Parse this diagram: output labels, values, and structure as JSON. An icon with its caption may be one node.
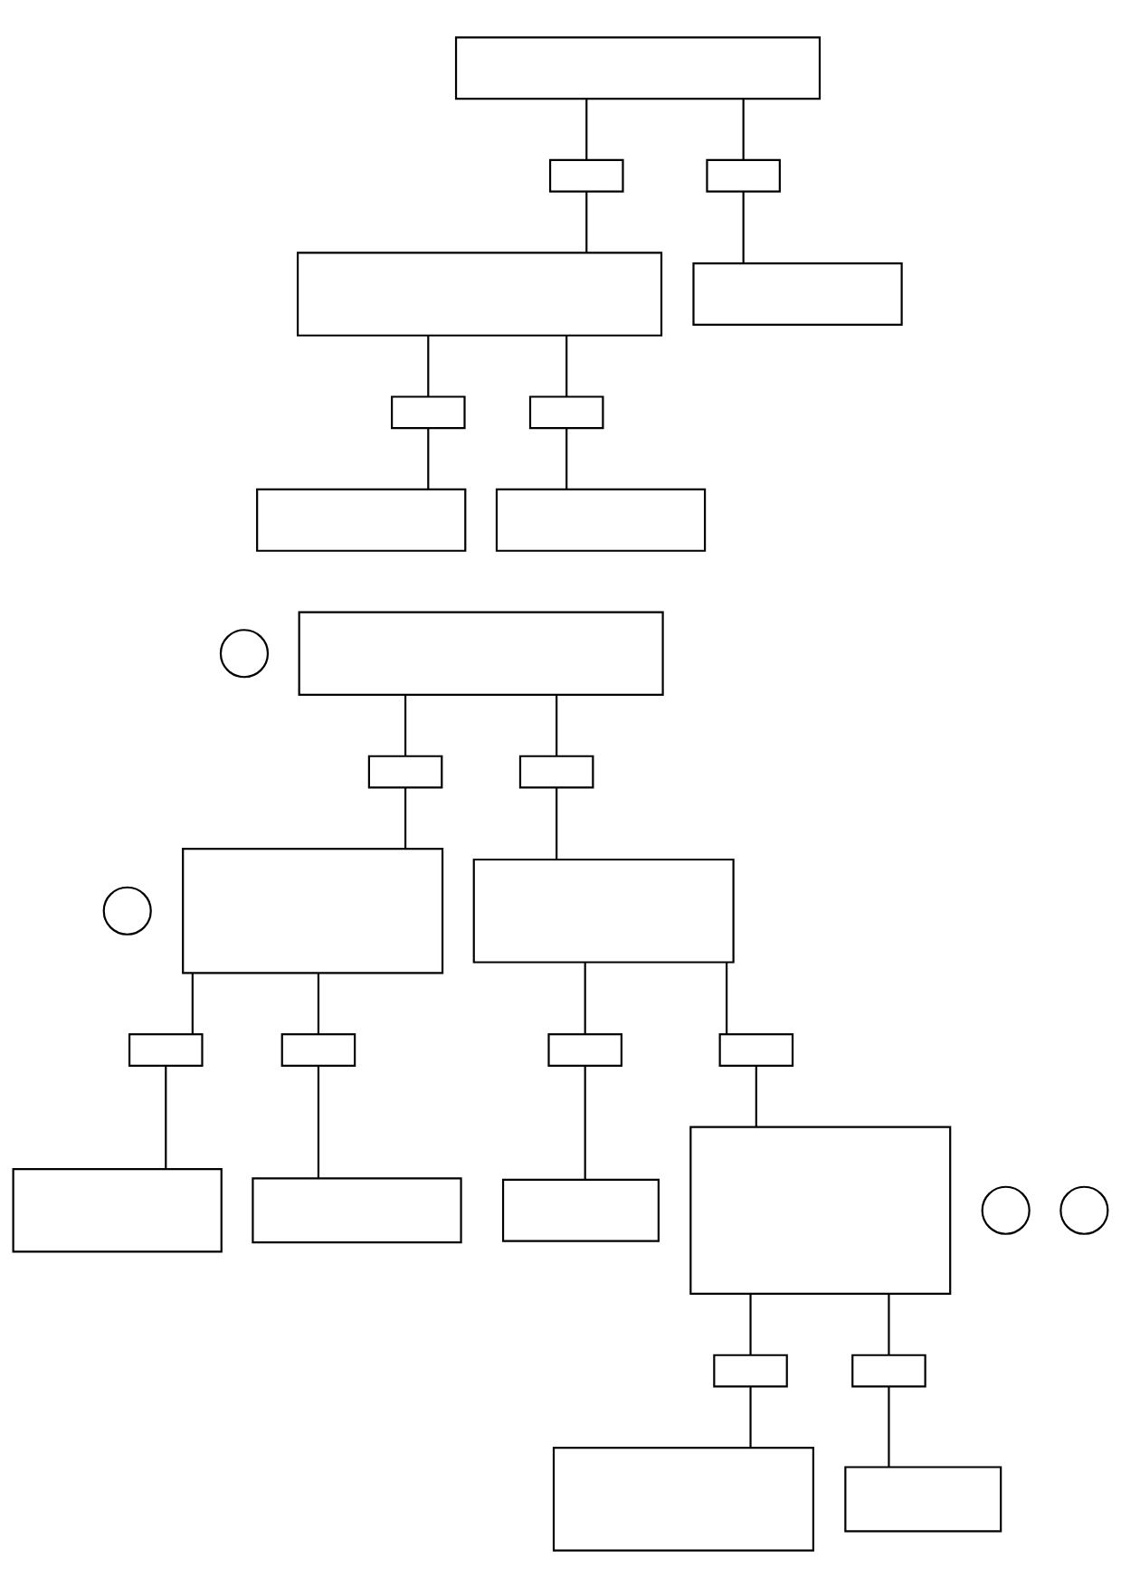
{
  "diagram": {
    "nodes": [
      {
        "text": [],
        "shape": "box"
      },
      {
        "text": [],
        "shape": "box"
      },
      {
        "text": [],
        "shape": "box"
      },
      {
        "text": [],
        "shape": "box"
      },
      {
        "text": [],
        "shape": "box"
      },
      {
        "text": [],
        "shape": "box"
      },
      {
        "text": [],
        "shape": "box"
      },
      {
        "text": [],
        "shape": "box"
      },
      {
        "text": [],
        "shape": "box"
      },
      {
        "text": [],
        "shape": "circle"
      },
      {
        "text": [],
        "shape": "box"
      },
      {
        "text": [],
        "shape": "box"
      },
      {
        "text": [],
        "shape": "box"
      },
      {
        "text": [],
        "shape": "circle"
      },
      {
        "text": [],
        "shape": "box"
      },
      {
        "text": [],
        "shape": "box"
      },
      {
        "text": [],
        "shape": "box"
      },
      {
        "text": [],
        "shape": "box"
      },
      {
        "text": [],
        "shape": "box"
      },
      {
        "text": [],
        "shape": "box"
      },
      {
        "text": [],
        "shape": "box"
      },
      {
        "text": [],
        "shape": "box"
      },
      {
        "text": [],
        "shape": "box"
      },
      {
        "text": [],
        "shape": "box"
      },
      {
        "text": [],
        "shape": "circle"
      },
      {
        "text": [],
        "shape": "circle"
      },
      {
        "text": [],
        "shape": "box"
      },
      {
        "text": [],
        "shape": "box"
      },
      {
        "text": [],
        "shape": "box"
      },
      {
        "text": [],
        "shape": "box"
      }
    ],
    "edges": [
      {
        "from": 0,
        "to": 1,
        "arrow": "none"
      },
      {
        "from": 0,
        "to": 2,
        "arrow": "none"
      },
      {
        "from": 1,
        "to": 3,
        "arrow": "none"
      },
      {
        "from": 2,
        "to": 4,
        "arrow": "none"
      },
      {
        "from": 3,
        "to": 5,
        "arrow": "none"
      },
      {
        "from": 3,
        "to": 6,
        "arrow": "none"
      },
      {
        "from": 5,
        "to": 7,
        "arrow": "none"
      },
      {
        "from": 6,
        "to": 8,
        "arrow": "none"
      },
      {
        "from": 10,
        "to": 11,
        "arrow": "none"
      },
      {
        "from": 10,
        "to": 12,
        "arrow": "none"
      },
      {
        "from": 11,
        "to": 14,
        "arrow": "none"
      },
      {
        "from": 12,
        "to": 15,
        "arrow": "none"
      },
      {
        "from": 14,
        "to": 16,
        "arrow": "none"
      },
      {
        "from": 14,
        "to": 17,
        "arrow": "none"
      },
      {
        "from": 16,
        "to": 20,
        "arrow": "none"
      },
      {
        "from": 17,
        "to": 21,
        "arrow": "none"
      },
      {
        "from": 15,
        "to": 18,
        "arrow": "none"
      },
      {
        "from": 15,
        "to": 19,
        "arrow": "none"
      },
      {
        "from": 18,
        "to": 22,
        "arrow": "none"
      },
      {
        "from": 19,
        "to": 23,
        "arrow": "none"
      },
      {
        "from": 23,
        "to": 26,
        "arrow": "none"
      },
      {
        "from": 23,
        "to": 27,
        "arrow": "none"
      },
      {
        "from": 26,
        "to": 28,
        "arrow": "none"
      },
      {
        "from": 27,
        "to": 29,
        "arrow": "none"
      }
    ]
  }
}
